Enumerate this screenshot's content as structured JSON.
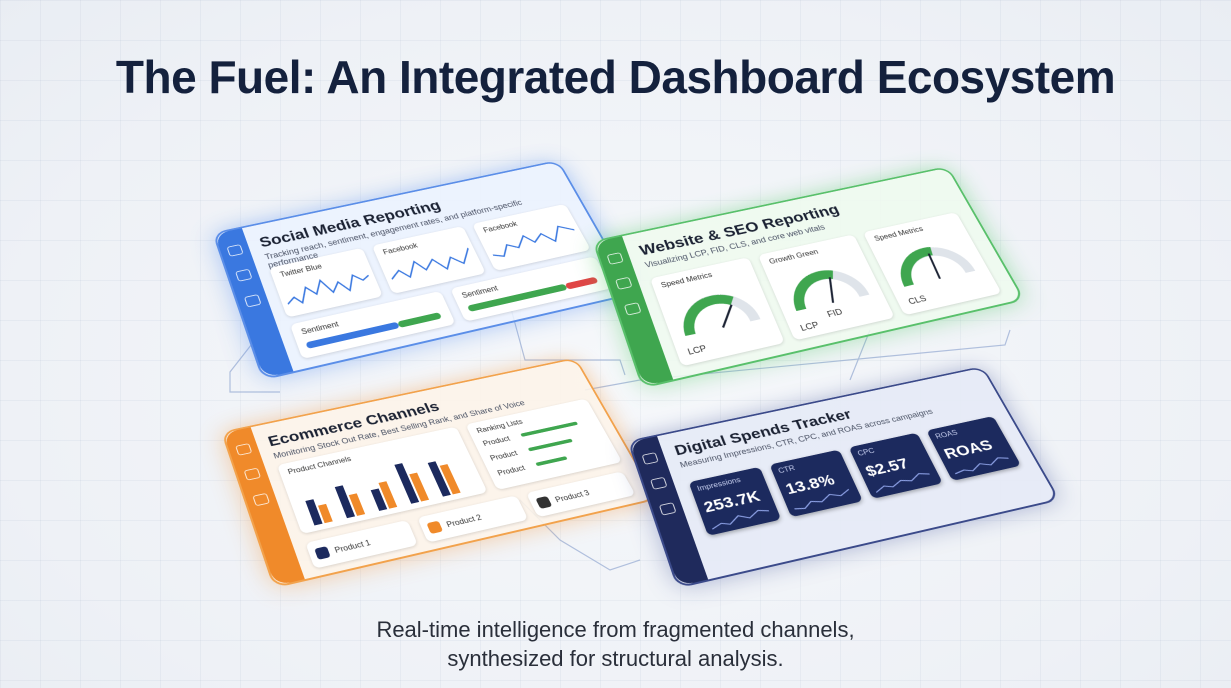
{
  "title": "The Fuel: An Integrated Dashboard Ecosystem",
  "subtitle": {
    "line1": "Real-time intelligence from fragmented channels,",
    "line2": "synthesized for structural analysis."
  },
  "colors": {
    "social": "#3a78e0",
    "seo": "#3fa64f",
    "ecommerce": "#f08a2a",
    "digital": "#1f2a5c",
    "title": "#14213d"
  },
  "panels": {
    "social": {
      "title": "Social Media Reporting",
      "desc": "Tracking reach, sentiment, engagement rates, and platform-specific performance",
      "cards": {
        "c1": "Twitter Blue",
        "c2": "Facebook",
        "c3": "Facebook",
        "sentiment1": "Sentiment",
        "sentiment2": "Sentiment"
      }
    },
    "seo": {
      "title": "Website & SEO Reporting",
      "desc": "Visualizing LCP, FID, CLS, and core web vitals",
      "cards": {
        "g1": "Speed Metrics",
        "g2": "Growth Green",
        "g3": "Speed Metrics",
        "g1_label": "LCP",
        "g2_label": "FID",
        "g2_sub": "LCP",
        "g3_label": "CLS"
      }
    },
    "ecommerce": {
      "title": "Ecommerce Channels",
      "desc": "Monitoring Stock Out Rate, Best Selling Rank, and Share of Voice",
      "cards": {
        "chart": "Product Channels",
        "ranking": "Ranking Lists",
        "r1": "Product",
        "r2": "Product",
        "r3": "Product",
        "p1": "Product 1",
        "p2": "Product 2",
        "p3": "Product 3"
      }
    },
    "digital": {
      "title": "Digital Spends Tracker",
      "desc": "Measuring Impressions, CTR, CPC, and ROAS across campaigns",
      "kpis": [
        {
          "label": "Impressions",
          "value": "253.7K"
        },
        {
          "label": "CTR",
          "value": "13.8%"
        },
        {
          "label": "CPC",
          "value": "$2.57"
        },
        {
          "label": "ROAS",
          "value": "ROAS"
        }
      ]
    }
  },
  "icons": [
    "panel-rail-icon",
    "line-sparkline-icon",
    "gauge-icon",
    "bar-chart-icon"
  ]
}
